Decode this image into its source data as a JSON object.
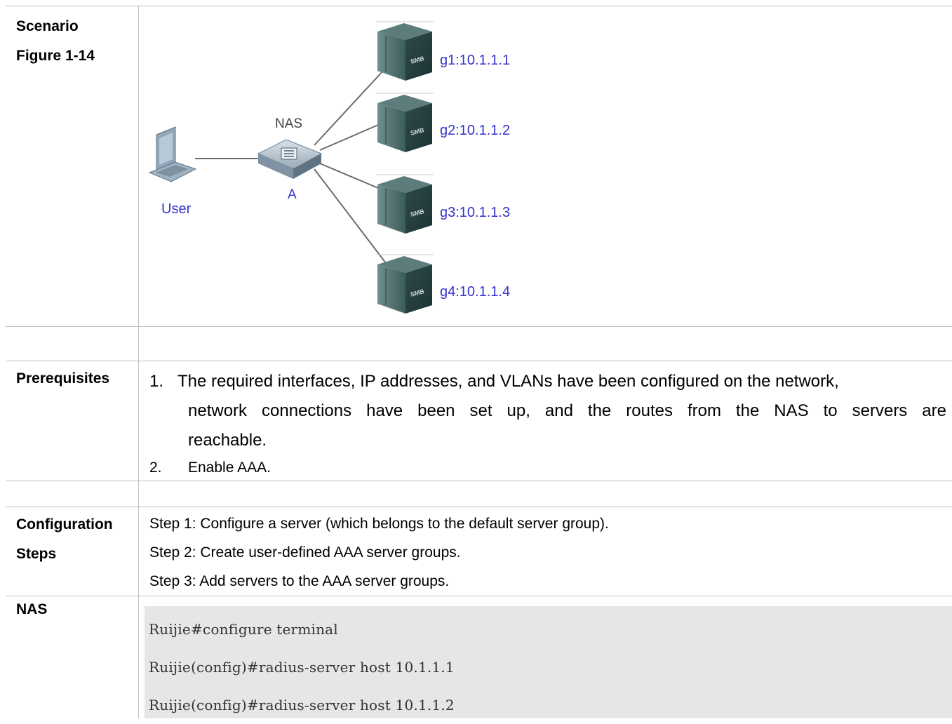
{
  "rows": {
    "scenario": {
      "label_line1": "Scenario",
      "label_line2": "Figure 1-14"
    },
    "prerequisites": {
      "label": "Prerequisites",
      "items": [
        {
          "num": "1.",
          "text": "The required interfaces, IP addresses, and VLANs have been configured on the network,",
          "cont1": "network connections have been set up, and the routes from the NAS to servers are",
          "cont2": "reachable."
        },
        {
          "num": "2.",
          "text": "Enable AAA."
        }
      ]
    },
    "config": {
      "label_line1": "Configuration",
      "label_line2": "Steps",
      "steps": [
        "Step 1: Configure a server (which belongs to the default server group).",
        "Step 2: Create user-defined AAA server groups.",
        "Step 3: Add servers to the AAA server groups."
      ]
    },
    "nas": {
      "label": "NAS",
      "code": [
        "Ruijie#configure terminal",
        "Ruijie(config)#radius-server host 10.1.1.1",
        "Ruijie(config)#radius-server host 10.1.1.2"
      ]
    }
  },
  "figure": {
    "user_label": "User",
    "nas_label": "NAS",
    "switch_label": "A",
    "server_badge": "SMB",
    "servers": [
      "g1:10.1.1.1",
      "g2:10.1.1.2",
      "g3:10.1.1.3",
      "g4:10.1.1.4"
    ],
    "colors": {
      "label_blue": "#3333cc",
      "line": "#666666",
      "server": "#3a5a5a"
    }
  }
}
